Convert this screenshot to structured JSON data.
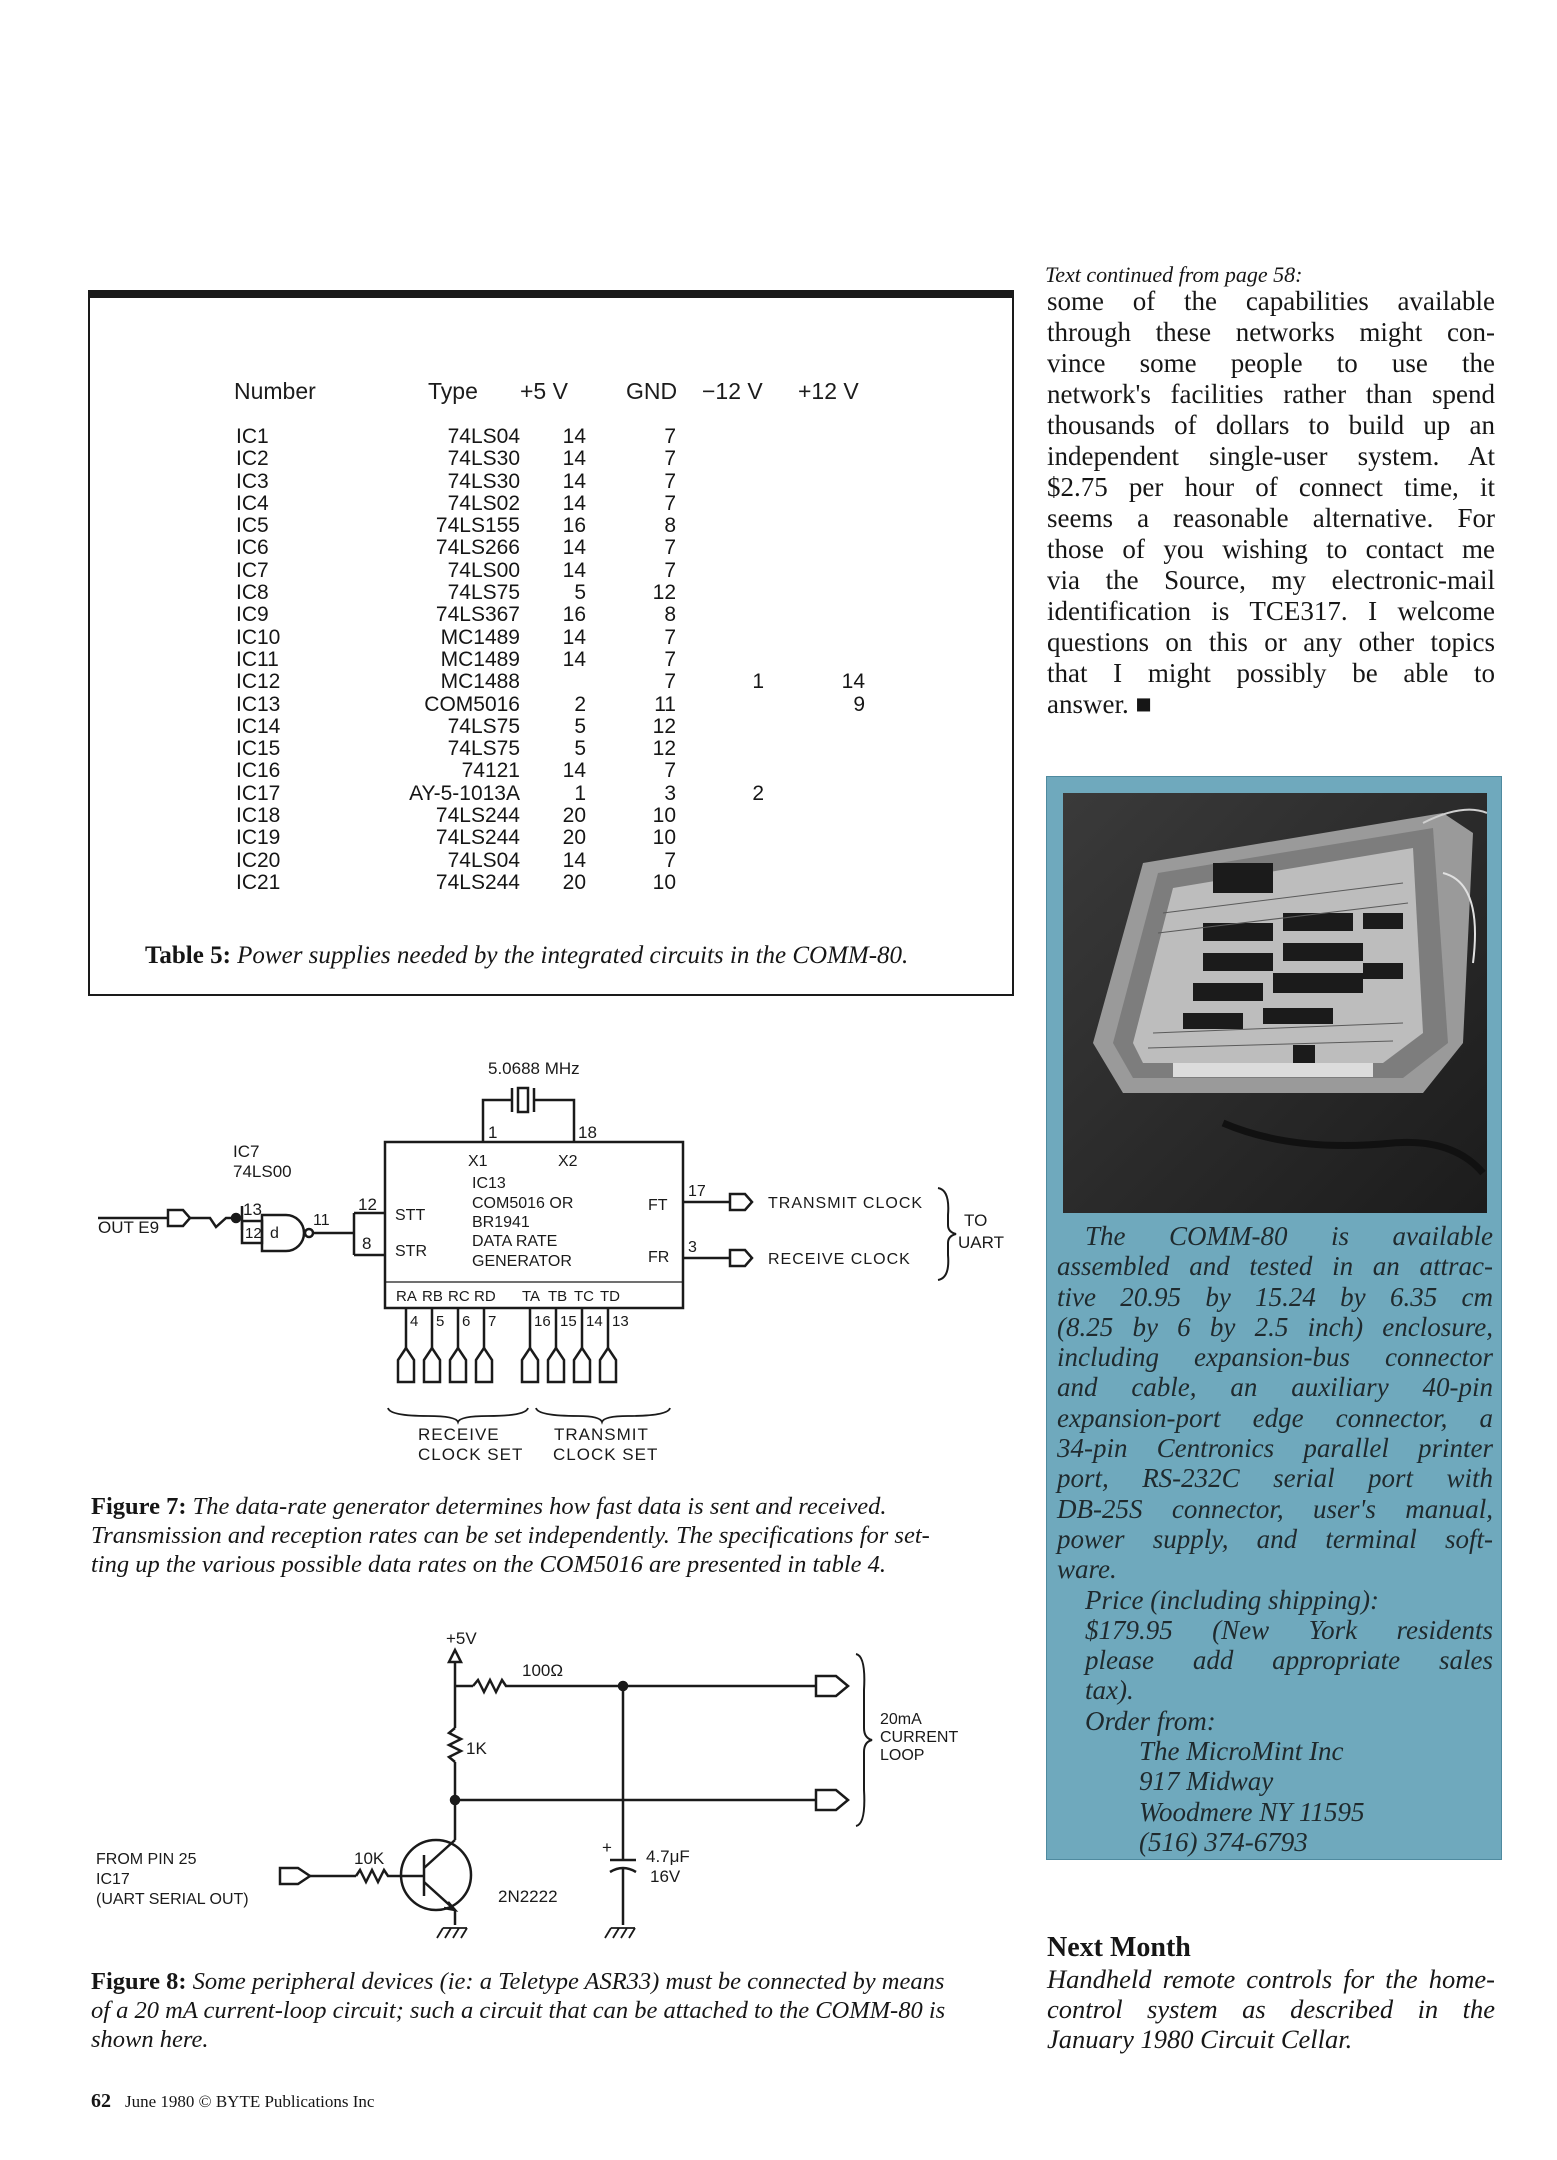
{
  "table5": {
    "headers": {
      "number": "Number",
      "type": "Type",
      "plus5": "+5 V",
      "gnd": "GND",
      "minus12": "−12 V",
      "plus12": "+12 V"
    },
    "numbers": [
      "IC1",
      "IC2",
      "IC3",
      "IC4",
      "IC5",
      "IC6",
      "IC7",
      "IC8",
      "IC9",
      "IC10",
      "IC11",
      "IC12",
      "IC13",
      "IC14",
      "IC15",
      "IC16",
      "IC17",
      "IC18",
      "IC19",
      "IC20",
      "IC21"
    ],
    "types": [
      "74LS04",
      "74LS30",
      "74LS30",
      "74LS02",
      "74LS155",
      "74LS266",
      "74LS00",
      "74LS75",
      "74LS367",
      "MC1489",
      "MC1489",
      "MC1488",
      "COM5016",
      "74LS75",
      "74LS75",
      "74121",
      "AY-5-1013A",
      "74LS244",
      "74LS244",
      "74LS04",
      "74LS244"
    ],
    "plus5": [
      "14",
      "14",
      "14",
      "14",
      "16",
      "14",
      "14",
      "5",
      "16",
      "14",
      "14",
      "",
      "2",
      "5",
      "5",
      "14",
      "1",
      "20",
      "20",
      "14",
      "20"
    ],
    "gnd": [
      "7",
      "7",
      "7",
      "7",
      "8",
      "7",
      "7",
      "12",
      "8",
      "7",
      "7",
      "7",
      "11",
      "12",
      "12",
      "7",
      "3",
      "10",
      "10",
      "7",
      "10"
    ],
    "minus12": [
      "",
      "",
      "",
      "",
      "",
      "",
      "",
      "",
      "",
      "",
      "",
      "1",
      "",
      "",
      "",
      "",
      "2",
      "",
      "",
      "",
      ""
    ],
    "plus12": [
      "",
      "",
      "",
      "",
      "",
      "",
      "",
      "",
      "",
      "",
      "",
      "14",
      "9",
      "",
      "",
      "",
      "",
      "",
      "",
      "",
      ""
    ],
    "caption_label": "Table 5:",
    "caption_text": "Power supplies needed by the integrated circuits in the COMM-80."
  },
  "figure7": {
    "crystal_label": "5.0688 MHz",
    "pin1": "1",
    "pin18": "18",
    "ic7_label": "IC7",
    "ic7_type": "74LS00",
    "out_e9": "OUT E9",
    "gate_pin13": "13",
    "gate_pin12": "12",
    "gate_pin11": "11",
    "gate_letter": "d",
    "pin12": "12",
    "pin8": "8",
    "x1": "X1",
    "x2": "X2",
    "ic13": "IC13",
    "chip_line1": "COM5016 OR",
    "chip_line2": "BR1941",
    "chip_line3": "DATA RATE",
    "chip_line4": "GENERATOR",
    "stt": "STT",
    "str": "STR",
    "ft": "FT",
    "fr": "FR",
    "pin17": "17",
    "pin3": "3",
    "transmit_clock": "TRANSMIT CLOCK",
    "receive_clock": "RECEIVE CLOCK",
    "to": "TO",
    "uart": "UART",
    "bottom_pins": [
      "RA",
      "RB",
      "RC",
      "RD",
      "TA",
      "TB",
      "TC",
      "TD"
    ],
    "bottom_pin_numbers": [
      "4",
      "5",
      "6",
      "7",
      "16",
      "15",
      "14",
      "13"
    ],
    "receive": "RECEIVE",
    "receive_clock_set": "CLOCK SET",
    "transmit": "TRANSMIT",
    "transmit_clock_set": "CLOCK SET",
    "caption_label": "Figure 7:",
    "caption_lines": [
      "The data-rate generator determines how fast data is sent and received.",
      "Transmission and reception rates can be set independently. The specifications for set-",
      "ting up the various possible data rates on the COM5016 are presented in table 4."
    ]
  },
  "figure8": {
    "plus5v": "+5V",
    "r100": "100Ω",
    "r1k": "1K",
    "r10k": "10K",
    "current_loop": [
      "20mA",
      "CURRENT",
      "LOOP"
    ],
    "from_pin": [
      "FROM PIN 25",
      "IC17",
      "(UART SERIAL OUT)"
    ],
    "transistor": "2N2222",
    "cap_plus": "+",
    "cap_value": "4.7μF",
    "cap_voltage": "16V",
    "caption_label": "Figure 8:",
    "caption_lines": [
      "Some peripheral devices (ie: a Teletype ASR33) must be connected by means",
      "of a 20 mA current-loop circuit; such a circuit that can be attached to the COMM-80 is",
      "shown here."
    ]
  },
  "article": {
    "continued": "Text continued from page 58:",
    "lines": [
      "some of the capabilities available",
      "through these networks might con-",
      "vince some people to use the",
      "network's facilities rather than spend",
      "thousands of dollars to build up an",
      "independent single-user system. At",
      "$2.75 per hour of connect time, it",
      "seems a reasonable alternative. For",
      "those of you wishing to contact me",
      "via the Source, my electronic-mail",
      "identification is TCE317. I welcome",
      "questions on this or any other topics",
      "that I might possibly be able to",
      "answer."
    ],
    "end_mark": "■"
  },
  "sidebar": {
    "description_lines": [
      "The COMM-80 is available",
      "assembled and tested in an attrac-",
      "tive 20.95 by 15.24 by 6.35 cm",
      "(8.25 by 6 by 2.5 inch) enclosure,",
      "including expansion-bus connector",
      "and cable, an auxiliary 40-pin",
      "expansion-port edge connector, a",
      "34-pin Centronics parallel printer",
      "port, RS-232C serial port with",
      "DB-25S connector, user's manual,",
      "power supply, and terminal soft-",
      "ware."
    ],
    "price_lines": [
      "Price (including shipping):",
      "$179.95 (New York residents",
      "please add appropriate sales",
      "tax)."
    ],
    "order_from": "Order from:",
    "address": [
      "The MicroMint Inc",
      "917 Midway",
      "Woodmere NY 11595",
      "(516) 374-6793"
    ]
  },
  "next_month": {
    "title": "Next Month",
    "body": "Handheld remote controls for the home-control system as described in the January 1980 Circuit Cellar."
  },
  "footer": {
    "page": "62",
    "text": "June 1980 © BYTE Publications Inc"
  },
  "colors": {
    "sidebar_bg": "#6fa9bd",
    "text": "#161616"
  }
}
